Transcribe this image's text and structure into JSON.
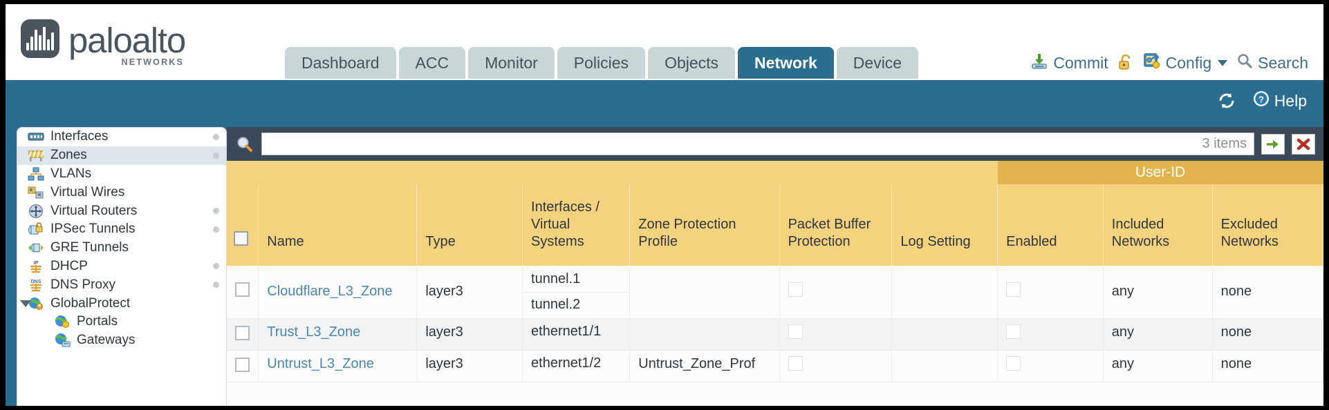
{
  "brand": {
    "name": "paloalto",
    "tagline": "NETWORKS",
    "logo_mark": "soundwave-logo-icon"
  },
  "nav": {
    "tabs": [
      {
        "label": "Dashboard",
        "active": false
      },
      {
        "label": "ACC",
        "active": false
      },
      {
        "label": "Monitor",
        "active": false
      },
      {
        "label": "Policies",
        "active": false
      },
      {
        "label": "Objects",
        "active": false
      },
      {
        "label": "Network",
        "active": true
      },
      {
        "label": "Device",
        "active": false
      }
    ]
  },
  "toolbar": {
    "commit_label": "Commit",
    "commit_icon": "commit-download-icon",
    "lock_icon": "unlocked-padlock-icon",
    "config_label": "Config",
    "config_icon": "config-key-icon",
    "search_label": "Search",
    "search_icon": "magnifier-icon"
  },
  "band": {
    "refresh_icon": "refresh-icon",
    "help_label": "Help",
    "help_icon": "help-question-icon"
  },
  "sidebar": {
    "items": [
      {
        "label": "Interfaces",
        "icon": "interfaces-icon",
        "dot": true,
        "child": false,
        "selected": false,
        "twisty": false
      },
      {
        "label": "Zones",
        "icon": "zones-barrier-icon",
        "dot": true,
        "child": false,
        "selected": true,
        "twisty": false
      },
      {
        "label": "VLANs",
        "icon": "vlans-icon",
        "dot": false,
        "child": false,
        "selected": false,
        "twisty": false
      },
      {
        "label": "Virtual Wires",
        "icon": "virtual-wires-icon",
        "dot": false,
        "child": false,
        "selected": false,
        "twisty": false
      },
      {
        "label": "Virtual Routers",
        "icon": "virtual-routers-icon",
        "dot": true,
        "child": false,
        "selected": false,
        "twisty": false
      },
      {
        "label": "IPSec Tunnels",
        "icon": "ipsec-tunnels-icon",
        "dot": true,
        "child": false,
        "selected": false,
        "twisty": false
      },
      {
        "label": "GRE Tunnels",
        "icon": "gre-tunnels-icon",
        "dot": false,
        "child": false,
        "selected": false,
        "twisty": false
      },
      {
        "label": "DHCP",
        "icon": "dhcp-icon",
        "dot": true,
        "child": false,
        "selected": false,
        "twisty": false
      },
      {
        "label": "DNS Proxy",
        "icon": "dns-proxy-icon",
        "dot": true,
        "child": false,
        "selected": false,
        "twisty": false
      },
      {
        "label": "GlobalProtect",
        "icon": "globalprotect-icon",
        "dot": false,
        "child": false,
        "selected": false,
        "twisty": true
      },
      {
        "label": "Portals",
        "icon": "portals-icon",
        "dot": false,
        "child": true,
        "selected": false,
        "twisty": false
      },
      {
        "label": "Gateways",
        "icon": "gateways-icon",
        "dot": false,
        "child": true,
        "selected": false,
        "twisty": false
      }
    ]
  },
  "search": {
    "value": "",
    "placeholder": "",
    "icon": "magnifier-icon",
    "items_count": "3 items",
    "apply_icon": "green-arrow-icon",
    "clear_icon": "red-x-icon"
  },
  "table": {
    "group_header": {
      "label": "User-ID",
      "span": 3
    },
    "columns": [
      "Name",
      "Type",
      "Interfaces / Virtual Systems",
      "Zone Protection Profile",
      "Packet Buffer Protection",
      "Log Setting",
      "Enabled",
      "Included Networks",
      "Excluded Networks"
    ],
    "rows": [
      {
        "name": "Cloudflare_L3_Zone",
        "type": "layer3",
        "interfaces": [
          "tunnel.1",
          "tunnel.2"
        ],
        "zone_protection_profile": "",
        "packet_buffer_protection": false,
        "log_setting": "",
        "enabled": false,
        "included_networks": "any",
        "excluded_networks": "none"
      },
      {
        "name": "Trust_L3_Zone",
        "type": "layer3",
        "interfaces": [
          "ethernet1/1"
        ],
        "zone_protection_profile": "",
        "packet_buffer_protection": false,
        "log_setting": "",
        "enabled": false,
        "included_networks": "any",
        "excluded_networks": "none"
      },
      {
        "name": "Untrust_L3_Zone",
        "type": "layer3",
        "interfaces": [
          "ethernet1/2"
        ],
        "zone_protection_profile": "Untrust_Zone_Prof",
        "packet_buffer_protection": false,
        "log_setting": "",
        "enabled": false,
        "included_networks": "any",
        "excluded_networks": "none"
      }
    ]
  },
  "colors": {
    "brand_blue": "#2b6d8f",
    "header_gold": "#f5d27e",
    "group_gold": "#e2b44e",
    "panel_slate": "#3a4a58",
    "link_blue": "#4a87ab"
  }
}
